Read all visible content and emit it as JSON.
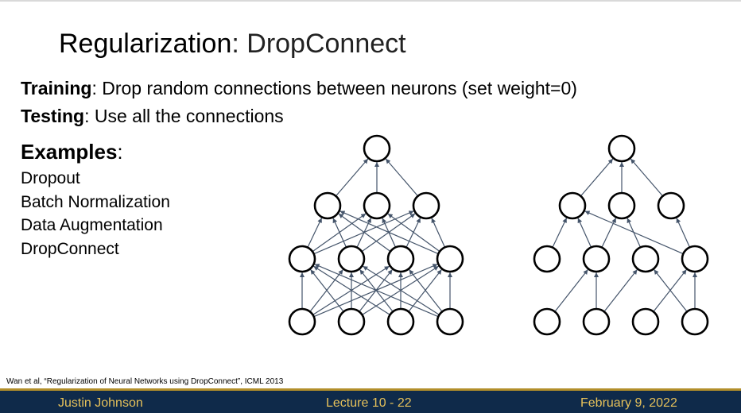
{
  "title": {
    "main": "Regularization",
    "sep": ": ",
    "sub": "DropConnect"
  },
  "training": {
    "label": "Training",
    "text": ": Drop random connections between neurons (set weight=0)"
  },
  "testing": {
    "label": "Testing",
    "text": ": Use all the connections"
  },
  "examples": {
    "heading": "Examples",
    "colon": ":",
    "items": [
      "Dropout",
      "Batch Normalization",
      "Data Augmentation",
      "DropConnect"
    ]
  },
  "citation": "Wan et al, “Regularization of Neural Networks using DropConnect”, ICML 2013",
  "footer": {
    "author": "Justin Johnson",
    "lecture": "Lecture 10 - 22",
    "date": "February 9, 2022"
  },
  "colors": {
    "footer_bg": "#0f2a4a",
    "footer_text": "#e6c15a",
    "footer_rule": "#b38f2b",
    "edge": "#44546a"
  }
}
